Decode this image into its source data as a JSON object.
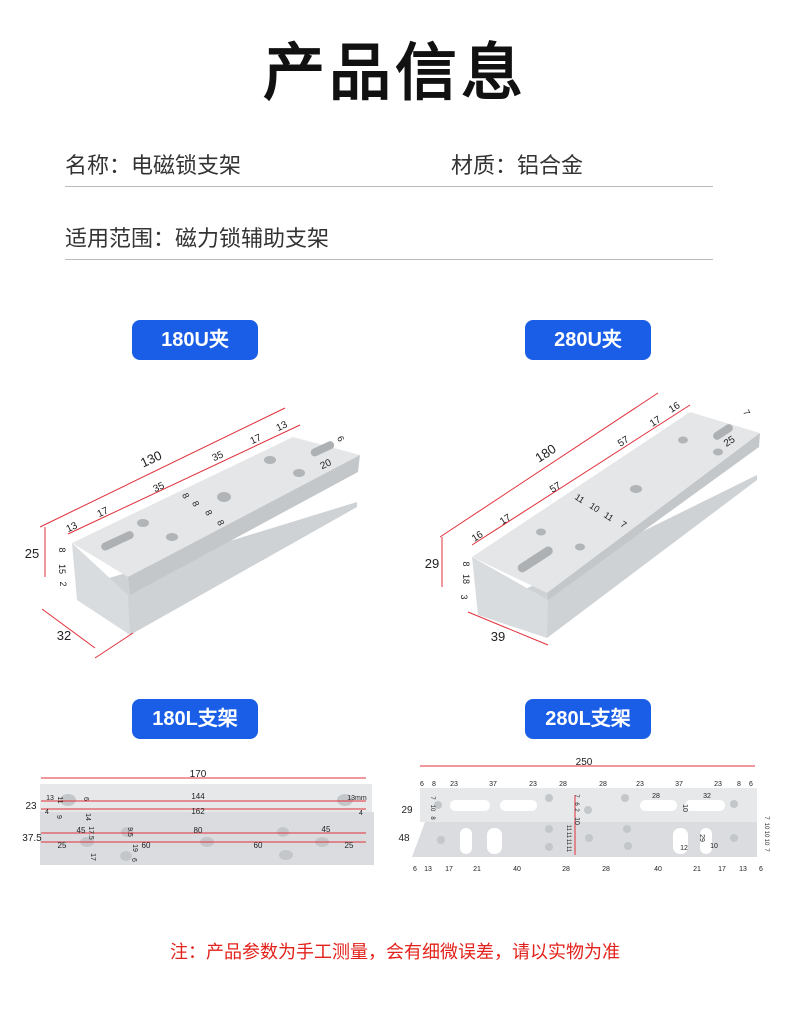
{
  "title": "产品信息",
  "info": {
    "name_label": "名称：电磁锁支架",
    "material_label": "材质：铝合金",
    "scope_label": "适用范围：磁力锁辅助支架"
  },
  "badges": [
    "180U夹",
    "280U夹",
    "180L支架",
    "280L支架"
  ],
  "colors": {
    "accent": "#1a5ee8",
    "note": "#e3221b",
    "dimension": "#e0303a"
  },
  "diagrams": {
    "u180": [
      "130",
      "13",
      "17",
      "35",
      "35",
      "17",
      "13",
      "8",
      "8",
      "8",
      "8",
      "6",
      "20",
      "25",
      "8",
      "15",
      "2",
      "32"
    ],
    "u280": [
      "180",
      "16",
      "17",
      "57",
      "57",
      "17",
      "16",
      "11",
      "10",
      "11",
      "7",
      "7",
      "25",
      "29",
      "8",
      "18",
      "3",
      "39"
    ],
    "l180": [
      "170",
      "23",
      "13",
      "11",
      "6",
      "144",
      "13mm",
      "4",
      "9",
      "14",
      "162",
      "4",
      "37.5",
      "45",
      "17.5",
      "9.5",
      "80",
      "45",
      "25",
      "19",
      "60",
      "60",
      "25",
      "17",
      "6"
    ],
    "l280": [
      "250",
      "6",
      "8",
      "23",
      "37",
      "23",
      "28",
      "28",
      "23",
      "37",
      "23",
      "8",
      "6",
      "29",
      "28",
      "32",
      "7",
      "6",
      "2",
      "10",
      "10",
      "48",
      "29",
      "12",
      "10",
      "11",
      "11",
      "11",
      "11",
      "7",
      "10",
      "10",
      "10",
      "7",
      "6",
      "13",
      "17",
      "21",
      "40",
      "28",
      "28",
      "40",
      "21",
      "17",
      "13",
      "6",
      "7",
      "10",
      "8"
    ]
  },
  "note": "注：产品参数为手工测量，会有细微误差，请以实物为准"
}
